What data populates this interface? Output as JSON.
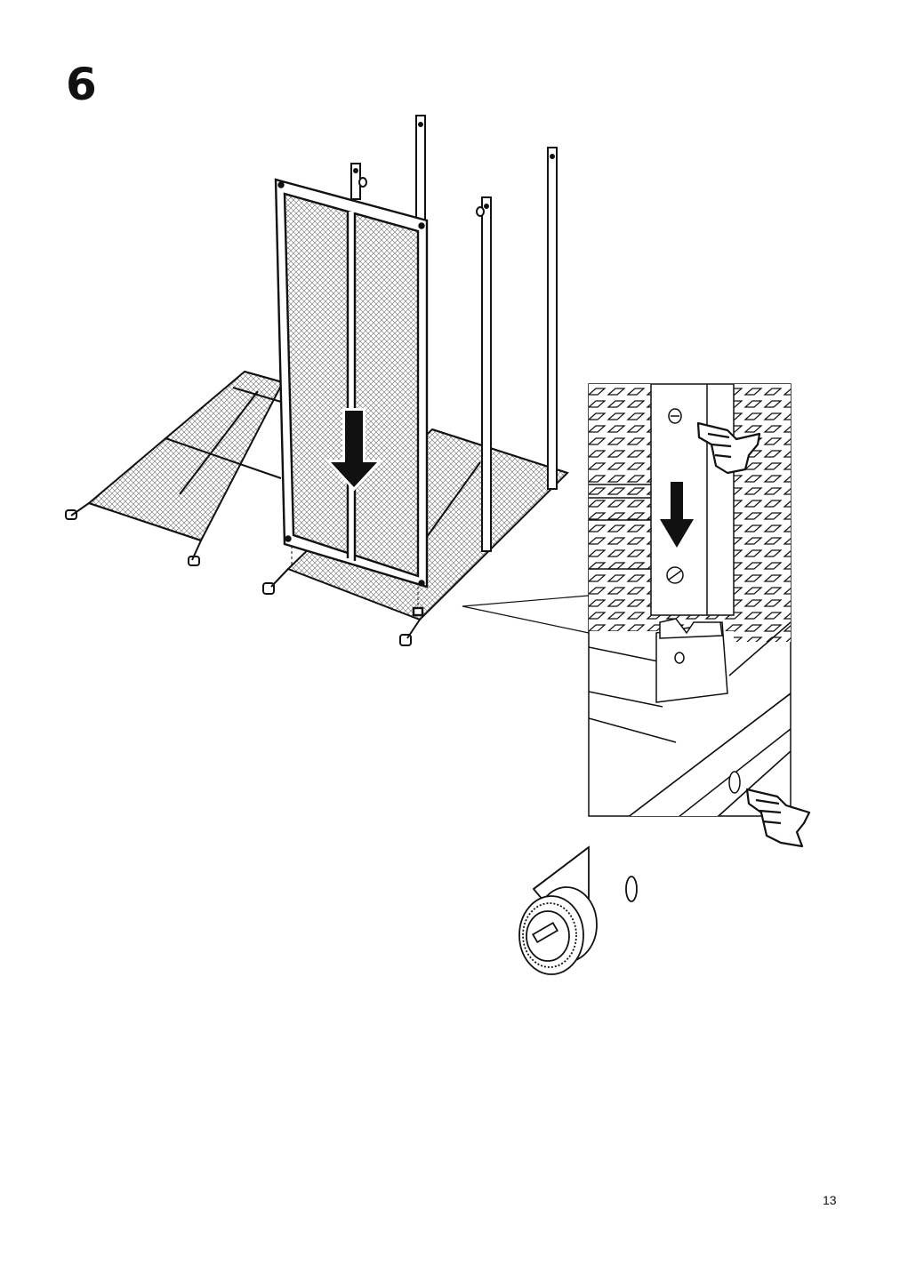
{
  "page": {
    "step_number": "6",
    "page_number": "13"
  },
  "illustration": {
    "main_icon": "shelf-frame-assembly-drawing",
    "detail_icon": "leg-insert-detail-drawing",
    "arrow_icon": "down-arrow-icon",
    "hand_icon": "pointing-hand-icon"
  }
}
